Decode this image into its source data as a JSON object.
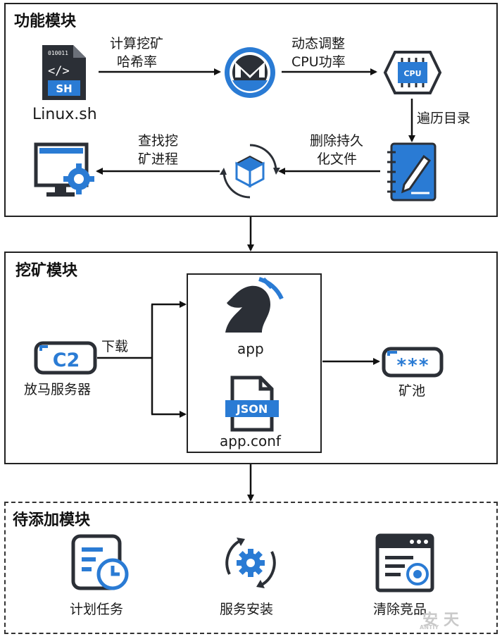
{
  "sections": {
    "function_title": "功能模块",
    "mining_title": "挖矿模块",
    "pending_title": "待添加模块"
  },
  "function": {
    "script_file_tag": "SH",
    "script_file_bits": "010011",
    "script_name": "Linux.sh",
    "edge_calc_line1": "计算挖矿",
    "edge_calc_line2": "哈希率",
    "edge_cpu_line1": "动态调整",
    "edge_cpu_line2": "CPU功率",
    "cpu_chip_label": "CPU",
    "edge_traverse": "遍历目录",
    "edge_delete_line1": "删除持久",
    "edge_delete_line2": "化文件",
    "edge_find_line1": "查找挖",
    "edge_find_line2": "矿进程"
  },
  "mining": {
    "c2_badge": "C2",
    "c2_label": "放马服务器",
    "edge_download": "下载",
    "app_label": "app",
    "json_tag": "JSON",
    "conf_label": "app.conf",
    "pool_badge": "***",
    "pool_label": "矿池"
  },
  "pending": {
    "item1": "计划任务",
    "item2": "服务安装",
    "item3": "清除竞品"
  },
  "watermark": {
    "text": "安天",
    "sub": "ANTIY"
  },
  "colors": {
    "accent_blue": "#2a7bd4",
    "dark": "#2b2f36",
    "border": "#222222"
  }
}
